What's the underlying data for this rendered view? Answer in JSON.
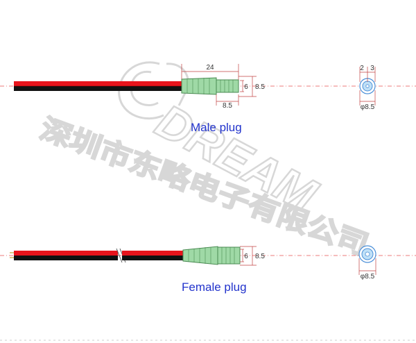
{
  "colors": {
    "wire_red": "#e8141c",
    "wire_black": "#111111",
    "plug_green": "#9fd9a6",
    "plug_outline": "#4a8a52",
    "centerline": "#e85050",
    "dimension": "#c04040",
    "caption": "#2233cc",
    "socket_blue": "#4a8fd8",
    "watermark": "#b8b8b8"
  },
  "watermark": {
    "logo_text": "DREAM",
    "chinese_text": "深圳市东略电子有限公司"
  },
  "male_plug": {
    "caption": "Male plug",
    "dim_length": "24",
    "dim_inner_diameter": "6",
    "dim_outer_diameter": "8.5",
    "dim_tip_length": "8.5",
    "end_view": {
      "dim_left": "2",
      "dim_right": "3",
      "dim_diameter": "φ8.5"
    }
  },
  "female_plug": {
    "caption": "Female plug",
    "dim_inner_diameter": "6",
    "dim_outer_diameter": "8.5",
    "end_view": {
      "dim_diameter": "φ8.5"
    }
  }
}
